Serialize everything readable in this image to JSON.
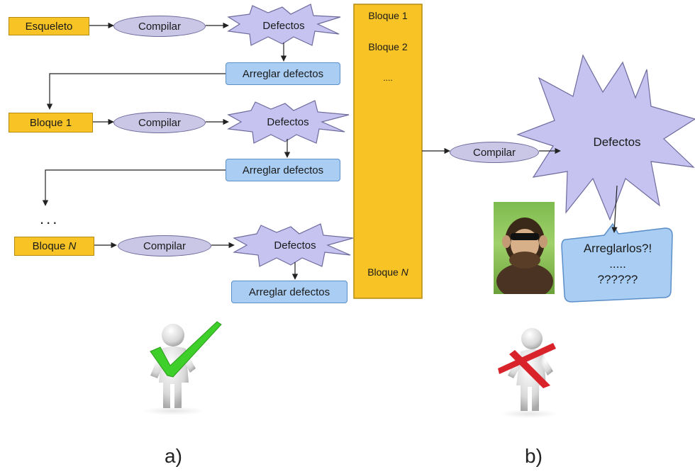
{
  "panel_a": {
    "row1": {
      "start": "Esqueleto",
      "compile": "Compilar",
      "defects": "Defectos",
      "fix": "Arreglar defectos"
    },
    "row2": {
      "start": "Bloque 1",
      "compile": "Compilar",
      "defects": "Defectos",
      "fix": "Arreglar defectos"
    },
    "ellipsis": "...",
    "row3": {
      "start_prefix": "Bloque ",
      "start_n": "N",
      "compile": "Compilar",
      "defects": "Defectos",
      "fix": "Arreglar defectos"
    }
  },
  "stack": {
    "block1": "Bloque 1",
    "block2": "Bloque 2",
    "dots": "....",
    "blockN_prefix": "Bloque ",
    "blockN_n": "N"
  },
  "panel_b": {
    "compile": "Compilar",
    "defects": "Defectos",
    "callout_line1": "Arreglarlos?!",
    "callout_line2": ".....",
    "callout_line3": "??????"
  },
  "labels": {
    "a": "a)",
    "b": "b)"
  },
  "colors": {
    "yellow_box": "#f7c325",
    "blue_box": "#a9cdf3",
    "oval": "#c9c6e6",
    "starburst": "#c6c3f1",
    "check": "#3fcf2a",
    "cross": "#d9232b"
  },
  "icons": [
    "check-mark-icon",
    "cross-mark-icon",
    "monkey-photo"
  ]
}
